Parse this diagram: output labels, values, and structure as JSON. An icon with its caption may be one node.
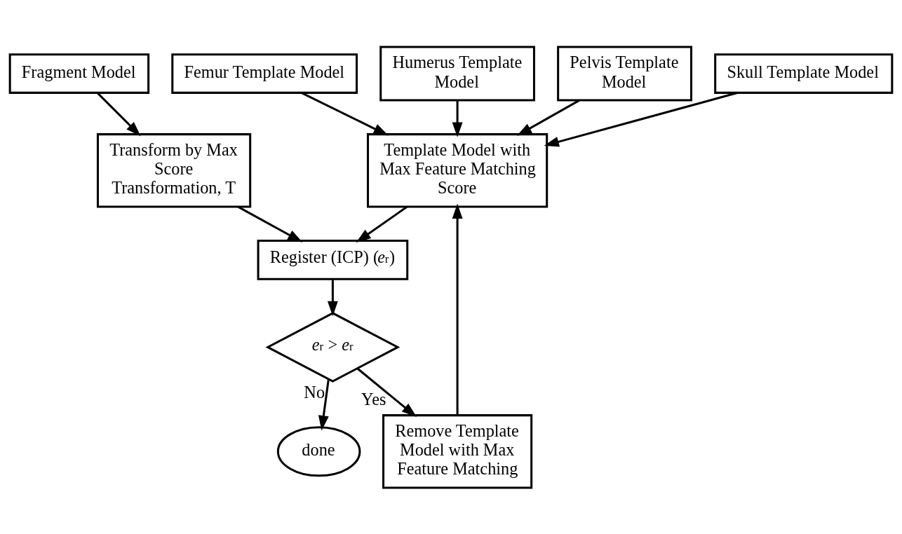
{
  "diagram": {
    "nodes": [
      {
        "text": [
          "Fragment Model"
        ]
      },
      {
        "text": [
          "Transform by Max Score Transformation, T"
        ]
      },
      {
        "text": [
          "Femur Template Model"
        ]
      },
      {
        "text": [
          "Humerus Template Model"
        ]
      },
      {
        "text": [
          "Pelvis Template Model"
        ]
      },
      {
        "text": [
          "Skull Template Model"
        ]
      },
      {
        "text": [
          "Template Model with Max Feature Matching Score"
        ]
      },
      {
        "text": [
          "Register (ICP) (*e*$_{r}$)"
        ]
      },
      {
        "text": [
          "Remove Template Model with Max Feature Matching"
        ]
      },
      {
        "text": [
          "*e*$_{r}$ > *e*$_{r}$"
        ]
      },
      {
        "text": [
          "done"
        ]
      }
    ],
    "edges": [
      {
        "from": 0,
        "to": 1,
        "arrow": "to"
      },
      {
        "from": 1,
        "to": 7,
        "arrow": "to"
      },
      {
        "from": 2,
        "to": 6,
        "arrow": "to"
      },
      {
        "from": 3,
        "to": 6,
        "arrow": "to"
      },
      {
        "from": 4,
        "to": 6,
        "arrow": "to"
      },
      {
        "from": 5,
        "to": 6,
        "arrow": "to"
      },
      {
        "from": 6,
        "to": 7,
        "arrow": "to"
      },
      {
        "from": 7,
        "to": 9,
        "arrow": "to"
      },
      {
        "from": 9,
        "to": 8,
        "arrow": "to",
        "label": "Yes"
      },
      {
        "from": 9,
        "to": 10,
        "arrow": "to",
        "label": "No"
      },
      {
        "from": 8,
        "to": 6,
        "arrow": "to"
      }
    ]
  }
}
